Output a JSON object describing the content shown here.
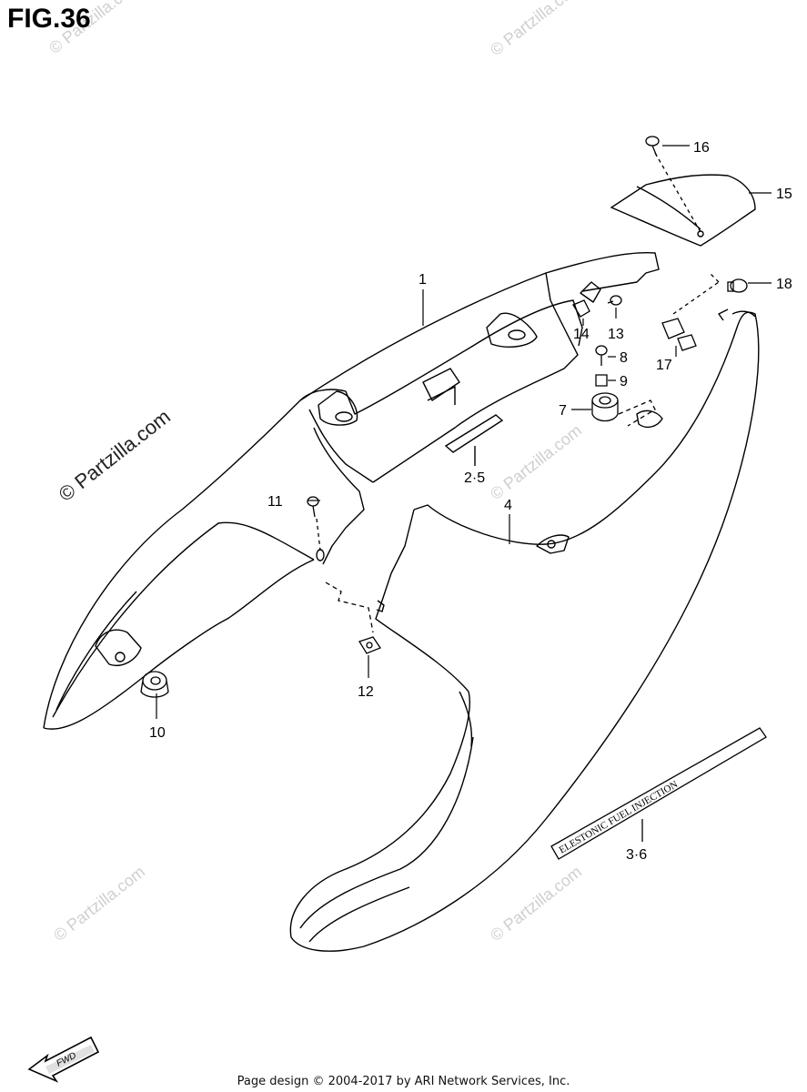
{
  "figure": {
    "title": "FIG.36"
  },
  "callouts": {
    "c1": "1",
    "c2_5": "2·5",
    "c3_6": "3·6",
    "c4": "4",
    "c7": "7",
    "c8": "8",
    "c9": "9",
    "c10": "10",
    "c11": "11",
    "c12": "12",
    "c13": "13",
    "c14": "14",
    "c15": "15",
    "c16": "16",
    "c17": "17",
    "c18": "18"
  },
  "decal_text": "ELESTONIC FUEL INJECTION",
  "fwd_label": "FWD",
  "watermarks": {
    "main": "© Partzilla.com",
    "faint": "© Partzilla.com"
  },
  "footer": {
    "text": "Page design © 2004-2017 by ARI Network Services, Inc."
  },
  "colors": {
    "line": "#000000",
    "watermark": "#cfcfcf"
  }
}
